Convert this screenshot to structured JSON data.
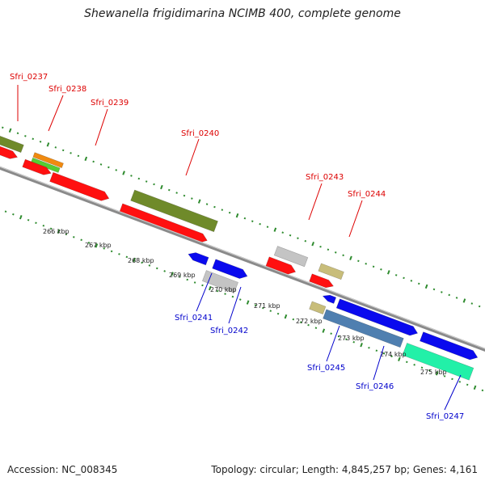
{
  "title": "Shewanella frigidimarina NCIMB 400, complete genome",
  "footer": {
    "accession": "Accession: NC_008345",
    "summary": "Topology: circular; Length: 4,845,257 bp; Genes: 4,161"
  },
  "colors": {
    "backbone": "#8a8a8a",
    "ticks": "#2e8b2e",
    "forward_label": "#dd0000",
    "reverse_label": "#0000cc",
    "red": "#ff1010",
    "olive": "#6f8a2a",
    "gray": "#c4c4c4",
    "blue": "#0a0aee",
    "tan": "#c8bd7a",
    "steelblue": "#4f7fb0",
    "aqua": "#22f0a8",
    "orange": "#f08a10",
    "green": "#55cc33"
  },
  "scale": {
    "tick_labels": [
      "266 kbp",
      "267 kbp",
      "268 kbp",
      "269 kbp",
      "270 kbp",
      "271 kbp",
      "272 kbp",
      "273 kbp",
      "274 kbp",
      "275 kbp"
    ]
  },
  "forward_labels": [
    "Sfri_0237",
    "Sfri_0238",
    "Sfri_0239",
    "Sfri_0240",
    "Sfri_0243",
    "Sfri_0244"
  ],
  "reverse_labels": [
    "Sfri_0241",
    "Sfri_0242",
    "Sfri_0245",
    "Sfri_0246",
    "Sfri_0247"
  ]
}
